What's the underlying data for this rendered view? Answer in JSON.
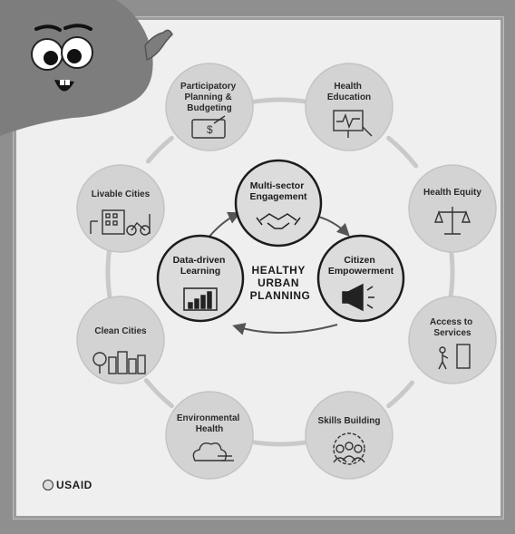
{
  "center": {
    "title_lines": [
      "HEALTHY",
      "URBAN",
      "PLANNING"
    ]
  },
  "core_nodes": [
    {
      "id": "multi-sector-engagement",
      "lines": [
        "Multi-sector",
        "Engagement"
      ],
      "icon": "handshake-icon"
    },
    {
      "id": "citizen-empowerment",
      "lines": [
        "Citizen",
        "Empowerment"
      ],
      "icon": "megaphone-icon"
    },
    {
      "id": "data-driven-learning",
      "lines": [
        "Data-driven",
        "Learning"
      ],
      "icon": "bar-chart-icon"
    }
  ],
  "outer_nodes": [
    {
      "id": "participatory-planning",
      "lines": [
        "Participatory",
        "Planning &",
        "Budgeting"
      ],
      "icon": "budget-plan-icon"
    },
    {
      "id": "health-education",
      "lines": [
        "Health",
        "Education"
      ],
      "icon": "presentation-board-icon"
    },
    {
      "id": "health-equity",
      "lines": [
        "Health Equity"
      ],
      "icon": "scales-icon"
    },
    {
      "id": "access-to-services",
      "lines": [
        "Access to",
        "Services"
      ],
      "icon": "walking-to-door-icon"
    },
    {
      "id": "skills-building",
      "lines": [
        "Skills Building"
      ],
      "icon": "group-gear-icon"
    },
    {
      "id": "environmental-health",
      "lines": [
        "Environmental",
        "Health"
      ],
      "icon": "cloud-wind-icon"
    },
    {
      "id": "clean-cities",
      "lines": [
        "Clean Cities"
      ],
      "icon": "city-tree-icon"
    },
    {
      "id": "livable-cities",
      "lines": [
        "Livable Cities"
      ],
      "icon": "building-bicycle-icon"
    }
  ],
  "logo": {
    "text": "USAID"
  },
  "colors": {
    "outer_fill": "#d3d3d3",
    "core_fill": "#dcdcdc",
    "core_stroke": "#1c1c1c",
    "mascot": "#7d7d7d",
    "arrow": "#c9c9c9"
  }
}
